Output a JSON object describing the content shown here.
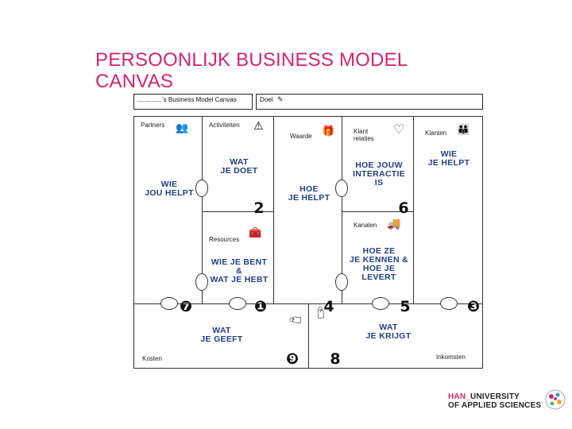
{
  "slide": {
    "title": "PERSOONLIJK BUSINESS MODEL CANVAS"
  },
  "canvas": {
    "header_name": "..............'s Business Model Canvas",
    "header_goal": "Doel",
    "blocks": {
      "partners": "Partners",
      "activiteiten": "Activiteiten",
      "resources": "Resources",
      "waarde": "Waarde",
      "klant_relaties": "Klant\nrelaties",
      "kanalen": "Kanalen",
      "klanten": "Klanten",
      "kosten": "Kosten",
      "inkomsten": "Inkomsten"
    },
    "handwritten": {
      "wie_jou_helpt": "WIE\nJOU HELPT",
      "wat_je_doet": "WAT\nJE DOET",
      "wie_je_bent": "WIE JE BENT\n&\nWAT JE HEBT",
      "hoe_je_helpt": "HOE\nJE HELPT",
      "hoe_jouw_interactie": "HOE JOUW\nINTERACTIE\nIS",
      "hoe_ze_je_kennen": "HOE ZE\nJE KENNEN &\nHOE JE\nLEVERT",
      "wie_je_helpt": "WIE\nJE HELPT",
      "wat_je_geeft": "WAT\nJE GEEFT",
      "wat_je_krijgt": "WAT\nJE KRIJGT"
    },
    "numbers": {
      "n1": "❶",
      "n2": "2",
      "n3": "❸",
      "n4": "4",
      "n5": "5",
      "n6": "6",
      "n7": "❼",
      "n8": "8",
      "n9": "❾"
    }
  },
  "logo": {
    "han": "HAN",
    "line1": "UNIVERSITY",
    "line2": "OF APPLIED SCIENCES"
  },
  "colors": {
    "title": "#d6246e",
    "handwriting": "#1f3f8a",
    "lines": "#333333"
  }
}
